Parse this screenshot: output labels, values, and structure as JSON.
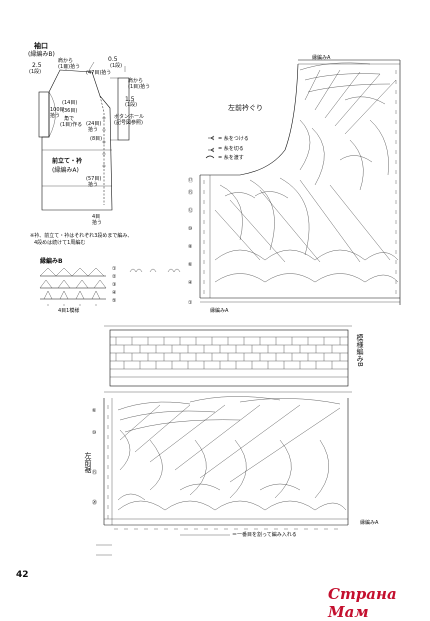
{
  "page": {
    "number": "42",
    "brand": "Страна Мам"
  },
  "schematic": {
    "cuff_title": "袖口",
    "cuff_stitch": "(縁編みB)",
    "dim_25": "2.5",
    "dim_25_unit": "(1段)",
    "dim_05": "0.5",
    "dim_05_unit": "(1段)",
    "dim_15": "1.5",
    "dim_15_unit": "(1段)",
    "shoulder_pick": "肩から",
    "shoulder_pick_2": "(1目)拾う",
    "pick_47": "(47目)拾う",
    "neck_pick_right": "肩から",
    "neck_pick_right_2": "(1目)拾う",
    "pick_14": "(14目)",
    "pick_100": "100目",
    "pick_100b": "拾う",
    "pick_36": "(36目)",
    "corner": "角で",
    "corner_2": "(1目)作る",
    "pick_24": "(24目)",
    "pick_24b": "拾う",
    "pick_8": "(8目)",
    "buttonhole": "ボタンホール",
    "buttonhole_2": "(記号図参照)",
    "front_band": "前立て・衿",
    "front_band_stitch": "(縁編みA)",
    "pick_57": "(57目)",
    "pick_57b": "拾う",
    "pick_4": "4目",
    "pick_4b": "拾う",
    "note": "※衿、前立て・衿はそれぞれ3段めまで編み、",
    "note_2": "4段めは続けて1周編む"
  },
  "edgingB": {
    "title": "縁編みB",
    "repeat": "4目1模様",
    "rows": [
      "①",
      "②",
      "③",
      "④",
      "⑤"
    ]
  },
  "legend": {
    "join": "= 糸をつける",
    "cut": "= 糸を切る",
    "skip": "= 糸を渡す"
  },
  "diagram": {
    "left_neck_label": "左前衿ぐり",
    "edgingA_top": "縁編みA",
    "edgingA_bottom": "縁編みA",
    "edgingA_bottom2": "縁編みA",
    "pattern_B": "模様編みB",
    "left_hem": "左前裾",
    "first_row_note": "＝一番目を割って編み入れる",
    "row_nums_top": [
      "①",
      "④",
      "⑥",
      "⑧",
      "⑩",
      "⑫",
      "⑮",
      "⑰"
    ],
    "row_nums_bottom": [
      "⑥",
      "⑩",
      "⑮",
      "⑳"
    ]
  }
}
